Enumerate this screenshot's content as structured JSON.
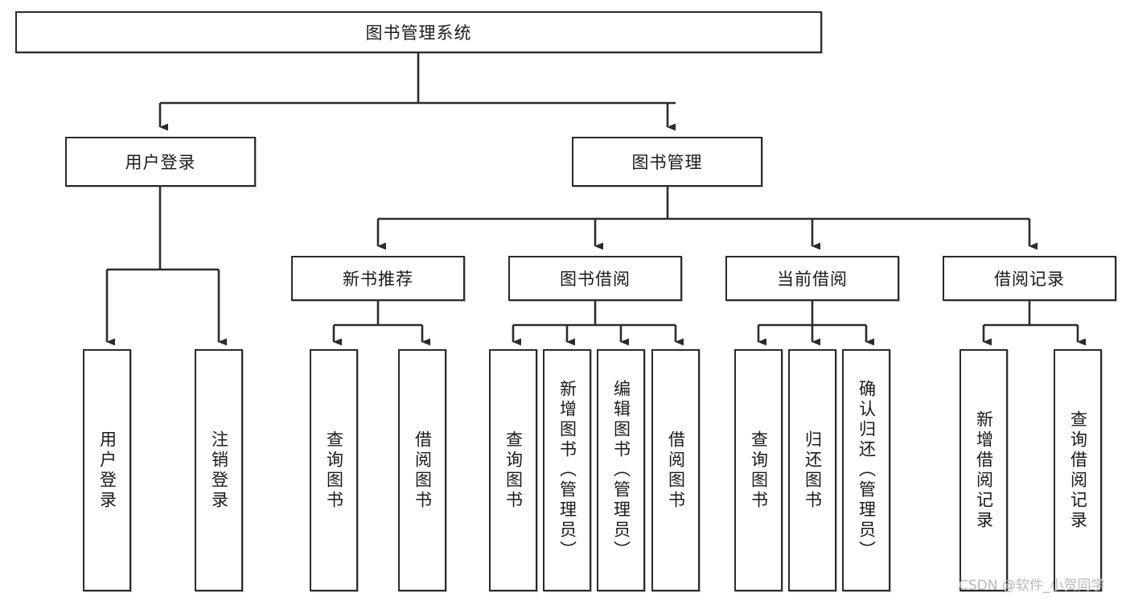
{
  "diagram": {
    "type": "hierarchy-tree",
    "title": "图书管理系统",
    "root": {
      "label": "图书管理系统",
      "children": [
        {
          "label": "用户登录",
          "children": [
            {
              "label": "用户登录"
            },
            {
              "label": "注销登录"
            }
          ]
        },
        {
          "label": "图书管理",
          "children": [
            {
              "label": "新书推荐",
              "children": [
                {
                  "label": "查询图书"
                },
                {
                  "label": "借阅图书"
                }
              ]
            },
            {
              "label": "图书借阅",
              "children": [
                {
                  "label": "查询图书"
                },
                {
                  "label": "新增图书（管理员）"
                },
                {
                  "label": "编辑图书（管理员）"
                },
                {
                  "label": "借阅图书"
                }
              ]
            },
            {
              "label": "当前借阅",
              "children": [
                {
                  "label": "查询图书"
                },
                {
                  "label": "归还图书"
                },
                {
                  "label": "确认归还（管理员）"
                }
              ]
            },
            {
              "label": "借阅记录",
              "children": [
                {
                  "label": "新增借阅记录"
                },
                {
                  "label": "查询借阅记录"
                }
              ]
            }
          ]
        }
      ]
    }
  },
  "nodes": {
    "root": "图书管理系统",
    "user_login": "用户登录",
    "book_manage": "图书管理",
    "new_book_rec": "新书推荐",
    "book_borrow": "图书借阅",
    "current_borrow": "当前借阅",
    "borrow_record": "借阅记录",
    "leaf_user_login": "用户登录",
    "leaf_logout": "注销登录",
    "leaf_rec_query": "查询图书",
    "leaf_rec_borrow": "借阅图书",
    "leaf_bb_query": "查询图书",
    "leaf_bb_add": "新增图书（管理员）",
    "leaf_bb_edit": "编辑图书（管理员）",
    "leaf_bb_borrow": "借阅图书",
    "leaf_cb_query": "查询图书",
    "leaf_cb_return": "归还图书",
    "leaf_cb_confirm": "确认归还（管理员）",
    "leaf_br_add": "新增借阅记录",
    "leaf_br_query": "查询借阅记录"
  },
  "watermark": "CSDN @软件_小贺同学",
  "colors": {
    "stroke": "#2b2b2b",
    "fill": "#ffffff",
    "text": "#1a1a1a",
    "watermark": "#b9b9b9"
  }
}
